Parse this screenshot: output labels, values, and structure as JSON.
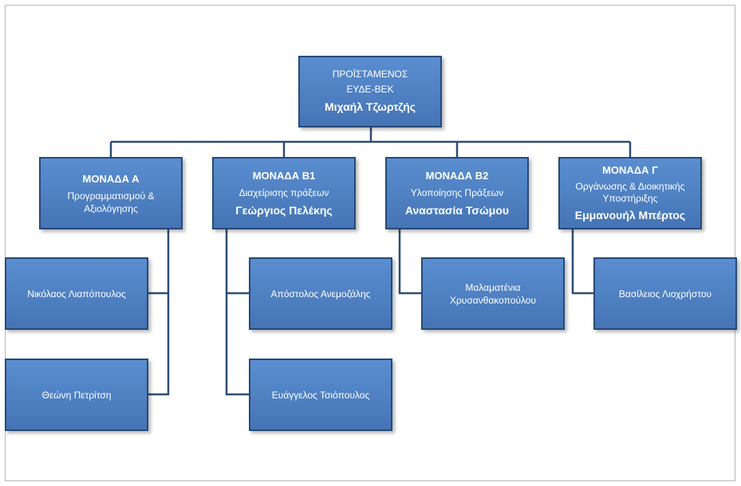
{
  "head": {
    "line1": "ΠΡΟΪΣΤΑΜΕΝΟΣ",
    "line2": "ΕΥΔΕ-ΒΕΚ",
    "name": "Μιχαήλ Τζωρτζής"
  },
  "units": [
    {
      "title": "ΜΟΝΑΔΑ  Α",
      "desc": "Προγραμματισμού &",
      "desc2": "Αξιολόγησης",
      "staff": [
        "Νικόλαος Λιαπόπουλος",
        "Θεώνη Πετρίτση"
      ]
    },
    {
      "title": "ΜΟΝΑΔΑ Β1",
      "desc": "Διαχείρισης πράξεων",
      "head": "Γεώργιος Πελέκης",
      "staff": [
        "Απόστολος  Ανεμοζάλης",
        "Ευάγγελος Τσιόπουλος"
      ]
    },
    {
      "title": "ΜΟΝΑΔΑ Β2",
      "desc": "Υλοποίησης Πράξεων",
      "head": "Αναστασία Τσώμου",
      "staff_line1": "Μαλαματένια",
      "staff_line2": "Χρυσανθακοπούλου"
    },
    {
      "title": "ΜΟΝΑΔΑ Γ",
      "desc": "Οργάνωσης & Διοικητικής",
      "desc2": "Υποστήριξης",
      "head": "Εμμανουήλ Μπέρτος",
      "staff": [
        "Βασίλειος Λιοχρήστου"
      ]
    }
  ],
  "colors": {
    "box_fill": "#4f81bd",
    "box_border": "#264a78",
    "connector": "#2c4d74"
  }
}
